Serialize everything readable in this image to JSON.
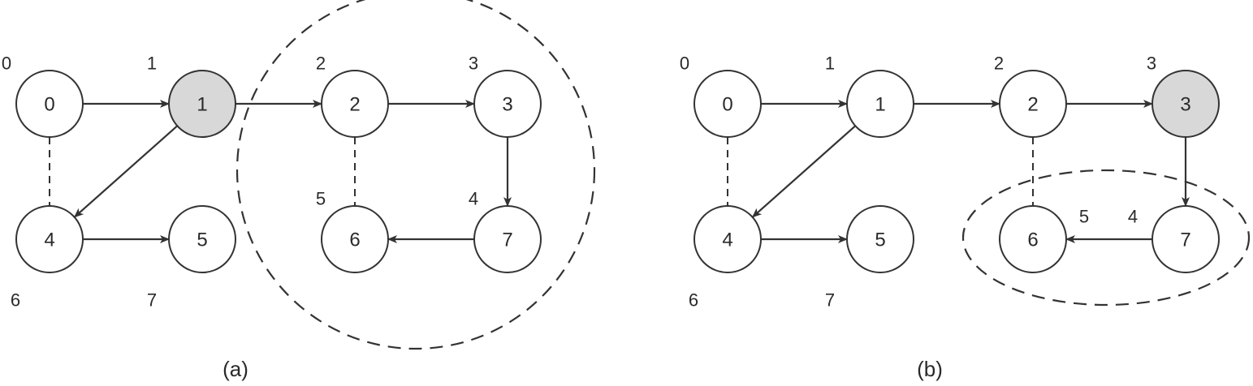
{
  "panels": [
    {
      "caption": "(a)",
      "nodes": [
        {
          "id": "0",
          "label": "0",
          "number": "0",
          "highlighted": false
        },
        {
          "id": "1",
          "label": "1",
          "number": "1",
          "highlighted": true
        },
        {
          "id": "2",
          "label": "2",
          "number": "2",
          "highlighted": false
        },
        {
          "id": "3",
          "label": "3",
          "number": "3",
          "highlighted": false
        },
        {
          "id": "4",
          "label": "4",
          "number": "6",
          "highlighted": false
        },
        {
          "id": "5",
          "label": "5",
          "number": "7",
          "highlighted": false
        },
        {
          "id": "6",
          "label": "6",
          "number": "5",
          "highlighted": false
        },
        {
          "id": "7",
          "label": "7",
          "number": "4",
          "highlighted": false
        }
      ],
      "edges": [
        {
          "from": "0",
          "to": "1",
          "style": "arrow"
        },
        {
          "from": "1",
          "to": "2",
          "style": "arrow"
        },
        {
          "from": "2",
          "to": "3",
          "style": "arrow"
        },
        {
          "from": "1",
          "to": "4",
          "style": "arrow"
        },
        {
          "from": "4",
          "to": "5",
          "style": "arrow"
        },
        {
          "from": "3",
          "to": "7",
          "style": "arrow"
        },
        {
          "from": "7",
          "to": "6",
          "style": "arrow"
        },
        {
          "from": "0",
          "to": "4",
          "style": "dashed"
        },
        {
          "from": "2",
          "to": "6",
          "style": "dashed"
        }
      ],
      "region_encloses": [
        "2",
        "3",
        "6",
        "7"
      ]
    },
    {
      "caption": "(b)",
      "nodes": [
        {
          "id": "0",
          "label": "0",
          "number": "0",
          "highlighted": false
        },
        {
          "id": "1",
          "label": "1",
          "number": "1",
          "highlighted": false
        },
        {
          "id": "2",
          "label": "2",
          "number": "2",
          "highlighted": false
        },
        {
          "id": "3",
          "label": "3",
          "number": "3",
          "highlighted": true
        },
        {
          "id": "4",
          "label": "4",
          "number": "6",
          "highlighted": false
        },
        {
          "id": "5",
          "label": "5",
          "number": "7",
          "highlighted": false
        },
        {
          "id": "6",
          "label": "6",
          "number": "5",
          "highlighted": false
        },
        {
          "id": "7",
          "label": "7",
          "number": "4",
          "highlighted": false
        }
      ],
      "edges": [
        {
          "from": "0",
          "to": "1",
          "style": "arrow"
        },
        {
          "from": "1",
          "to": "2",
          "style": "arrow"
        },
        {
          "from": "2",
          "to": "3",
          "style": "arrow"
        },
        {
          "from": "1",
          "to": "4",
          "style": "arrow"
        },
        {
          "from": "4",
          "to": "5",
          "style": "arrow"
        },
        {
          "from": "3",
          "to": "7",
          "style": "arrow"
        },
        {
          "from": "7",
          "to": "6",
          "style": "arrow"
        },
        {
          "from": "0",
          "to": "4",
          "style": "dashed"
        },
        {
          "from": "2",
          "to": "6",
          "style": "dashed"
        }
      ],
      "region_encloses": [
        "6",
        "7"
      ]
    }
  ],
  "colors": {
    "stroke": "#333333",
    "highlight_fill": "#d8d8d8",
    "node_fill": "#ffffff"
  }
}
